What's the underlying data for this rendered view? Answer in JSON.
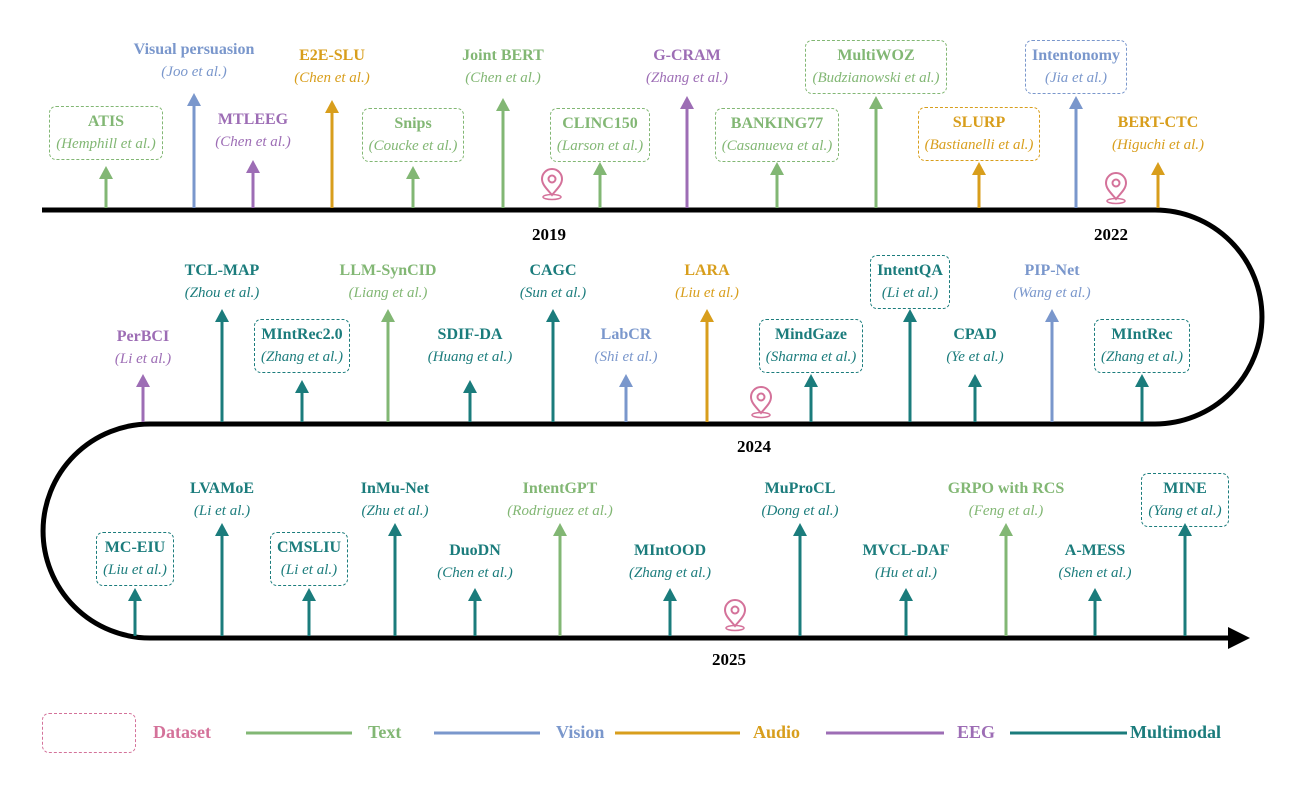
{
  "colors": {
    "Text": "#82b774",
    "Vision": "#7a97cc",
    "Audio": "#d89e1c",
    "EEG": "#9d6db5",
    "Multimodal": "#1b7c7c",
    "Dataset": "#d4729a",
    "timeline": "#000000"
  },
  "years": [
    "2019",
    "2022",
    "2024",
    "2025"
  ],
  "events": [
    {
      "name": "ATIS",
      "author": "(Hemphill et al.)",
      "category": "Text",
      "dataset": true
    },
    {
      "name": "Visual persuasion",
      "author": "(Joo et al.)",
      "category": "Vision",
      "dataset": false
    },
    {
      "name": "MTLEEG",
      "author": "(Chen et al.)",
      "category": "EEG",
      "dataset": false
    },
    {
      "name": "E2E-SLU",
      "author": "(Chen et al.)",
      "category": "Audio",
      "dataset": false
    },
    {
      "name": "Snips",
      "author": "(Coucke et al.)",
      "category": "Text",
      "dataset": true
    },
    {
      "name": "Joint BERT",
      "author": "(Chen et al.)",
      "category": "Text",
      "dataset": false
    },
    {
      "name": "CLINC150",
      "author": "(Larson et al.)",
      "category": "Text",
      "dataset": true
    },
    {
      "name": "G-CRAM",
      "author": "(Zhang et al.)",
      "category": "EEG",
      "dataset": false
    },
    {
      "name": "BANKING77",
      "author": "(Casanueva et al.)",
      "category": "Text",
      "dataset": true
    },
    {
      "name": "MultiWOZ",
      "author": "(Budzianowski et al.)",
      "category": "Text",
      "dataset": true
    },
    {
      "name": "SLURP",
      "author": "(Bastianelli et al.)",
      "category": "Audio",
      "dataset": true
    },
    {
      "name": "Intentonomy",
      "author": "(Jia et al.)",
      "category": "Vision",
      "dataset": true
    },
    {
      "name": "BERT-CTC",
      "author": "(Higuchi et al.)",
      "category": "Audio",
      "dataset": false
    },
    {
      "name": "PerBCI",
      "author": "(Li et al.)",
      "category": "EEG",
      "dataset": false
    },
    {
      "name": "TCL-MAP",
      "author": "(Zhou et al.)",
      "category": "Multimodal",
      "dataset": false
    },
    {
      "name": "MIntRec2.0",
      "author": "(Zhang et al.)",
      "category": "Multimodal",
      "dataset": true
    },
    {
      "name": "LLM-SynCID",
      "author": "(Liang et al.)",
      "category": "Text",
      "dataset": false
    },
    {
      "name": "SDIF-DA",
      "author": "(Huang et al.)",
      "category": "Multimodal",
      "dataset": false
    },
    {
      "name": "CAGC",
      "author": "(Sun et al.)",
      "category": "Multimodal",
      "dataset": false
    },
    {
      "name": "LabCR",
      "author": "(Shi et al.)",
      "category": "Vision",
      "dataset": false
    },
    {
      "name": "LARA",
      "author": "(Liu et al.)",
      "category": "Audio",
      "dataset": false
    },
    {
      "name": "MindGaze",
      "author": "(Sharma et al.)",
      "category": "Multimodal",
      "dataset": true
    },
    {
      "name": "IntentQA",
      "author": "(Li et al.)",
      "category": "Multimodal",
      "dataset": true
    },
    {
      "name": "CPAD",
      "author": "(Ye et al.)",
      "category": "Multimodal",
      "dataset": false
    },
    {
      "name": "PIP-Net",
      "author": "(Wang et al.)",
      "category": "Vision",
      "dataset": false
    },
    {
      "name": "MIntRec",
      "author": "(Zhang et al.)",
      "category": "Multimodal",
      "dataset": true
    },
    {
      "name": "MC-EIU",
      "author": "(Liu et al.)",
      "category": "Multimodal",
      "dataset": true
    },
    {
      "name": "LVAMoE",
      "author": "(Li et al.)",
      "category": "Multimodal",
      "dataset": false
    },
    {
      "name": "CMSLIU",
      "author": "(Li et al.)",
      "category": "Multimodal",
      "dataset": true
    },
    {
      "name": "InMu-Net",
      "author": "(Zhu et al.)",
      "category": "Multimodal",
      "dataset": false
    },
    {
      "name": "DuoDN",
      "author": "(Chen et al.)",
      "category": "Multimodal",
      "dataset": false
    },
    {
      "name": "IntentGPT",
      "author": "(Rodriguez et al.)",
      "category": "Text",
      "dataset": false
    },
    {
      "name": "MIntOOD",
      "author": "(Zhang et al.)",
      "category": "Multimodal",
      "dataset": false
    },
    {
      "name": "MuProCL",
      "author": "(Dong et al.)",
      "category": "Multimodal",
      "dataset": false
    },
    {
      "name": "MVCL-DAF",
      "author": "(Hu et al.)",
      "category": "Multimodal",
      "dataset": false
    },
    {
      "name": "GRPO with RCS",
      "author": "(Feng et al.)",
      "category": "Text",
      "dataset": false
    },
    {
      "name": "A-MESS",
      "author": "(Shen et al.)",
      "category": "Multimodal",
      "dataset": false
    },
    {
      "name": "MINE",
      "author": "(Yang et al.)",
      "category": "Multimodal",
      "dataset": true
    }
  ],
  "legend": [
    {
      "label": "Dataset",
      "category": "Dataset"
    },
    {
      "label": "Text",
      "category": "Text"
    },
    {
      "label": "Vision",
      "category": "Vision"
    },
    {
      "label": "Audio",
      "category": "Audio"
    },
    {
      "label": "EEG",
      "category": "EEG"
    },
    {
      "label": "Multimodal",
      "category": "Multimodal"
    }
  ]
}
